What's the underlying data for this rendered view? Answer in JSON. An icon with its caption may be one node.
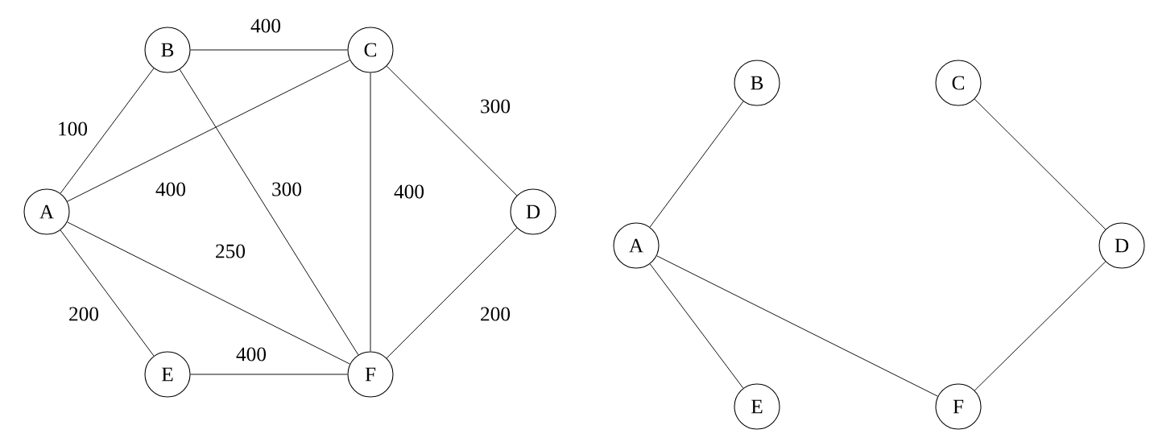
{
  "diagram": {
    "nodes": [
      {
        "text": [
          "A"
        ]
      },
      {
        "text": [
          "B"
        ]
      },
      {
        "text": [
          "C"
        ]
      },
      {
        "text": [
          "D"
        ]
      },
      {
        "text": [
          "E"
        ]
      },
      {
        "text": [
          "F"
        ]
      },
      {
        "text": [
          "A"
        ]
      },
      {
        "text": [
          "B"
        ]
      },
      {
        "text": [
          "C"
        ]
      },
      {
        "text": [
          "D"
        ]
      },
      {
        "text": [
          "E"
        ]
      },
      {
        "text": [
          "F"
        ]
      }
    ],
    "edges": [
      {
        "from": 0,
        "to": 1,
        "arrow": "none",
        "label": "100"
      },
      {
        "from": 1,
        "to": 2,
        "arrow": "none",
        "label": "400"
      },
      {
        "from": 2,
        "to": 3,
        "arrow": "none",
        "label": "300"
      },
      {
        "from": 0,
        "to": 2,
        "arrow": "none",
        "label": "400"
      },
      {
        "from": 1,
        "to": 5,
        "arrow": "none",
        "label": "300"
      },
      {
        "from": 2,
        "to": 5,
        "arrow": "none",
        "label": "400"
      },
      {
        "from": 0,
        "to": 5,
        "arrow": "none",
        "label": "250"
      },
      {
        "from": 3,
        "to": 5,
        "arrow": "none",
        "label": "200"
      },
      {
        "from": 0,
        "to": 4,
        "arrow": "none",
        "label": "200"
      },
      {
        "from": 4,
        "to": 5,
        "arrow": "none",
        "label": "400"
      },
      {
        "from": 6,
        "to": 7,
        "arrow": "none"
      },
      {
        "from": 6,
        "to": 10,
        "arrow": "none"
      },
      {
        "from": 6,
        "to": 11,
        "arrow": "none"
      },
      {
        "from": 8,
        "to": 9,
        "arrow": "none"
      },
      {
        "from": 9,
        "to": 11,
        "arrow": "none"
      }
    ]
  }
}
